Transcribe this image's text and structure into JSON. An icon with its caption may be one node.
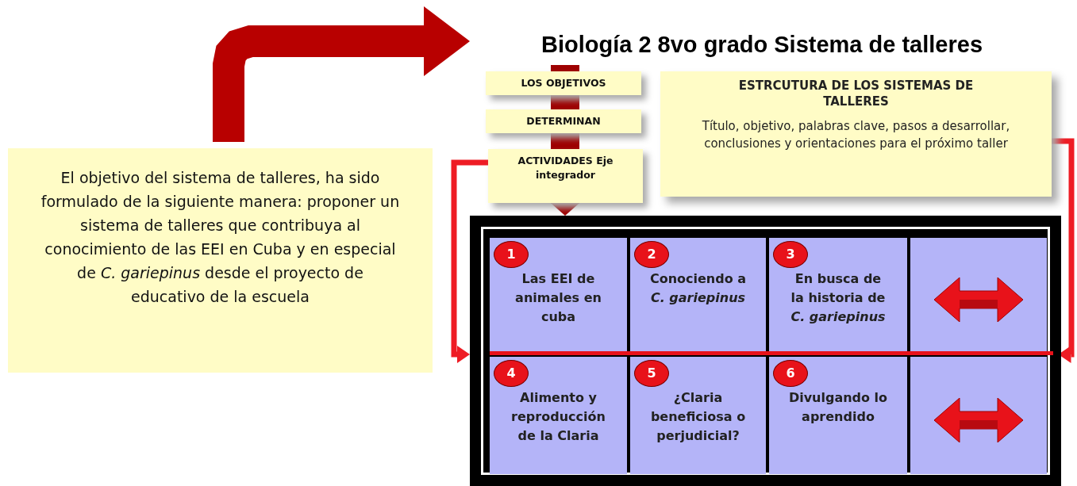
{
  "diagram": {
    "nodes": [
      {
        "text": [
          "El objetivo del sistema de talleres, ha sido formulado de la siguiente manera: proponer un sistema de talleres que contribuya al conocimiento de las EEI en Cuba y en especial de *C. gariepinus* desde el proyecto de educativo de la escuela"
        ]
      },
      {
        "text": [
          "Biología 2 8vo grado Sistema de talleres"
        ]
      },
      {
        "text": [
          "LOS OBJETIVOS"
        ]
      },
      {
        "text": [
          "DETERMINAN"
        ]
      },
      {
        "text": [
          "ACTIVIDADES Eje integrador"
        ]
      },
      {
        "text": [
          "ESTRCUTURA DE LOS SISTEMAS DE TALLERES",
          "Título, objetivo, palabras clave, pasos a desarrollar, conclusiones y orientaciones para el próximo taller"
        ]
      },
      {
        "text": [],
        "shape": "box"
      },
      {
        "text": [
          "Las EEI de animales en cuba"
        ],
        "in": 6
      },
      {
        "text": [
          "1"
        ],
        "in": 7
      },
      {
        "text": [
          "Conociendo a *C. gariepinus*"
        ],
        "in": 6
      },
      {
        "text": [
          "2"
        ],
        "in": 9
      },
      {
        "text": [
          "En busca de la historia de *C. gariepinus*"
        ],
        "in": 6
      },
      {
        "text": [
          "3"
        ],
        "in": 11
      },
      {
        "text": [],
        "shape": "box",
        "in": 6
      },
      {
        "text": [
          "Alimento y reproducción de la Claria"
        ],
        "in": 6
      },
      {
        "text": [
          "4"
        ],
        "in": 14
      },
      {
        "text": [
          "¿Claria beneficiosa o perjudicial?"
        ],
        "in": 6
      },
      {
        "text": [
          "5"
        ],
        "in": 16
      },
      {
        "text": [
          "Divulgando lo aprendido"
        ],
        "in": 6
      },
      {
        "text": [
          "6"
        ],
        "in": 18
      },
      {
        "text": [],
        "shape": "box",
        "in": 6
      }
    ],
    "edges": [
      {
        "from": 0,
        "to": 1,
        "arrow": "to",
        "color": "#b80000"
      },
      {
        "from": 1,
        "to": 2,
        "arrow": "none",
        "color": "#9e0000"
      },
      {
        "from": 2,
        "to": 3,
        "arrow": "none",
        "color": "#9e0000"
      },
      {
        "from": 3,
        "to": 4,
        "arrow": "none",
        "color": "#9e0000"
      },
      {
        "from": 4,
        "to": 6,
        "arrow": "to",
        "color": "#9e0000"
      },
      {
        "from": 4,
        "to": 6,
        "arrow": "to",
        "color": "#ee1c24"
      },
      {
        "from": 5,
        "to": 6,
        "arrow": "to",
        "color": "#ee1c24"
      }
    ]
  }
}
